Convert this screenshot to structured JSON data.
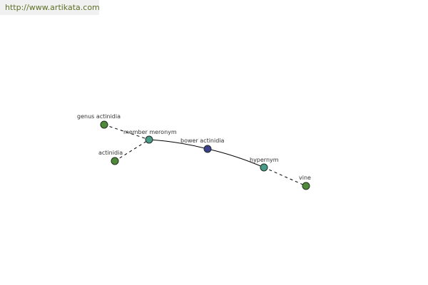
{
  "header": {
    "url": "http://www.artikata.com"
  },
  "colors": {
    "leaf": "#4f8a3a",
    "relation": "#4a9a8a",
    "center": "#3c3f8c",
    "source_text": "#5d6f26"
  },
  "diagram": {
    "nodes": [
      {
        "id": "genus-actinidia",
        "label": "genus actinidia",
        "kind": "leaf"
      },
      {
        "id": "actinidia",
        "label": "actinidia",
        "kind": "leaf"
      },
      {
        "id": "member-meronym",
        "label": "member meronym",
        "kind": "relation"
      },
      {
        "id": "bower-actinidia",
        "label": "bower actinidia",
        "kind": "center"
      },
      {
        "id": "hypernym",
        "label": "hypernym",
        "kind": "relation"
      },
      {
        "id": "vine",
        "label": "vine",
        "kind": "leaf"
      }
    ],
    "edges": [
      {
        "from": "genus-actinidia",
        "to": "member-meronym",
        "style": "dashed"
      },
      {
        "from": "actinidia",
        "to": "member-meronym",
        "style": "dashed"
      },
      {
        "from": "member-meronym",
        "to": "bower-actinidia",
        "style": "solid"
      },
      {
        "from": "bower-actinidia",
        "to": "hypernym",
        "style": "solid"
      },
      {
        "from": "hypernym",
        "to": "vine",
        "style": "dashed"
      }
    ]
  }
}
